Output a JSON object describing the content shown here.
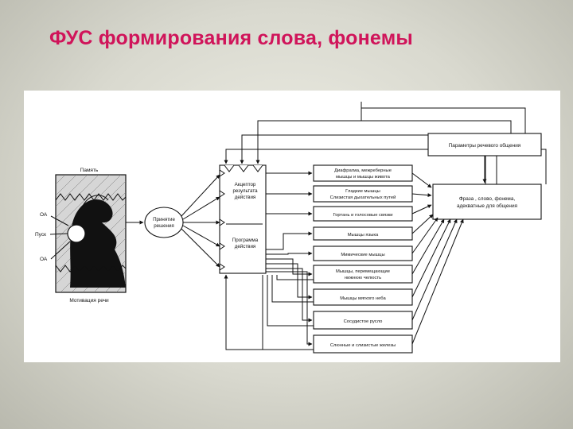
{
  "slide": {
    "title": "ФУС формирования слова, фонемы"
  },
  "diagram": {
    "memory_label": "Память",
    "motivation_label": "Мотивация речи",
    "oa_top": "ОА",
    "start_label": "Пуск",
    "oa_bottom": "ОА",
    "decision": [
      "Принятие",
      "решения"
    ],
    "acceptor": [
      "Акцептор",
      "результата",
      "действия"
    ],
    "program": [
      "Программа",
      "действия"
    ],
    "params": "Параметры речевого общения",
    "phrase": [
      "Фраза , слово, фонема,",
      "адекватные для общения"
    ],
    "muscles": [
      [
        "Диафрагма, межреберные",
        "мышцы и мышцы живота"
      ],
      [
        "Гладкие мышцы",
        "Слизистая дыхательных путей"
      ],
      [
        "Гортань и голосовые связки"
      ],
      [
        "Мышцы языка"
      ],
      [
        "Мимические мышцы"
      ],
      [
        "Мышцы, перемещающие",
        "нижнюю челюсть"
      ],
      [
        "Мышцы мягкого неба"
      ],
      [
        "Сосудистое русло"
      ],
      [
        "Слюнные и слизистые железы"
      ]
    ]
  }
}
